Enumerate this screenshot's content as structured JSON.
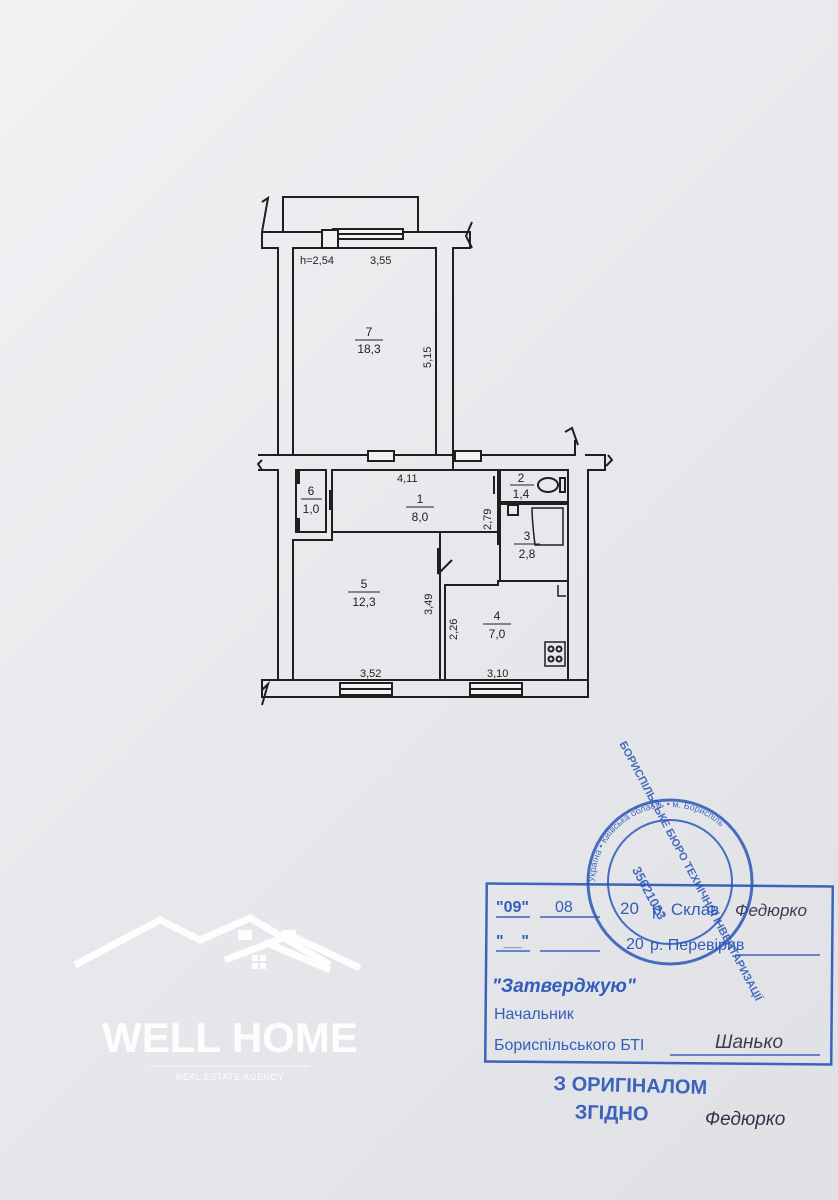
{
  "plan": {
    "ceiling_height": "h=2,54",
    "rooms": [
      {
        "number": "7",
        "area": "18,3"
      },
      {
        "number": "1",
        "area": "8,0"
      },
      {
        "number": "6",
        "area": "1,0"
      },
      {
        "number": "2",
        "area": "1,4"
      },
      {
        "number": "3",
        "area": "2,8"
      },
      {
        "number": "5",
        "area": "12,3"
      },
      {
        "number": "4",
        "area": "7,0"
      }
    ],
    "dimensions": {
      "room7_width": "3,55",
      "room7_length": "5,15",
      "corridor_width": "4,11",
      "corridor_side": "2,79",
      "room5_length": "3,49",
      "room5_width": "3,52",
      "kitchen_side": "2,26",
      "kitchen_width": "3,10"
    }
  },
  "logo": {
    "name": "WELL HOME",
    "tagline": "REAL ESTATE AGENCY"
  },
  "approval_box": {
    "day": "\"09\"",
    "month": "08",
    "year_text": "20",
    "year_suffix": "р. Склав",
    "compiled_by": "Федюрко",
    "blank_day": "\"__\"",
    "blank_year": "20",
    "checked_suffix": "р. Перевірив",
    "approve": "\"Затверджую\"",
    "position_1": "Начальник",
    "position_2": "Бориспільського БТІ",
    "head_signature": "Шанько"
  },
  "stamp_round": {
    "outer_text": "Україна • Київська область • м. Бориспіль",
    "inner_text": "БОРИСПІЛЬСЬКЕ БЮРО ТЕХНІЧНОЇ ІНВЕНТАРИЗАЦІЇ",
    "code": "35621023"
  },
  "stamp_copy": {
    "line1": "З ОРИГІНАЛОМ",
    "line2": "ЗГІДНО",
    "signature": "Федюрко"
  },
  "colors": {
    "stamp_blue": "#2b56b8",
    "ink": "#1c1c1c",
    "logo_white": "#ffffff"
  }
}
